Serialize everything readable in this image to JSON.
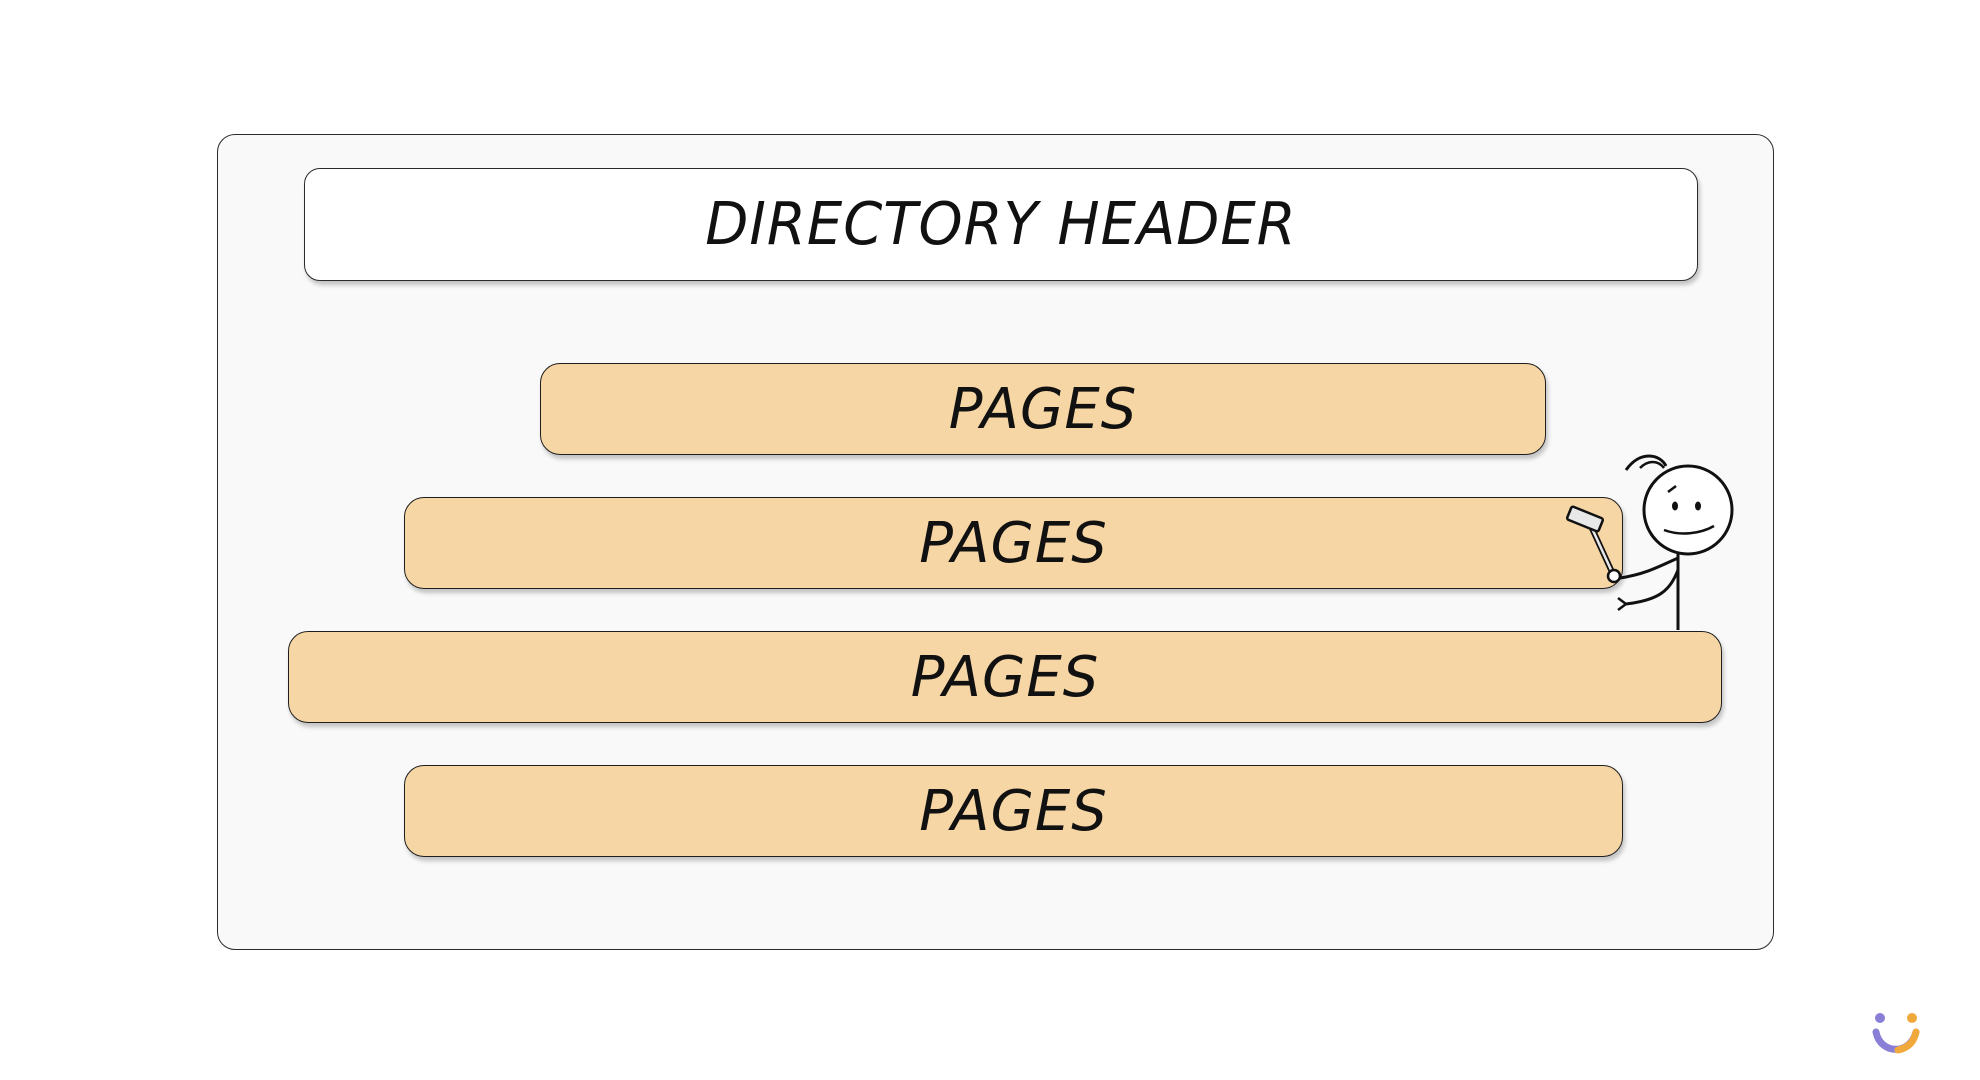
{
  "diagram": {
    "header": {
      "label": "DIRECTORY HEADER"
    },
    "pages": [
      {
        "label": "PAGES"
      },
      {
        "label": "PAGES"
      },
      {
        "label": "PAGES"
      },
      {
        "label": "PAGES"
      }
    ]
  },
  "colors": {
    "panel_bg": "#f9f9f9",
    "page_fill": "#f6d6a4",
    "border": "#1f1f1f",
    "logo_purple": "#8a7fd6",
    "logo_orange": "#f2a93b"
  },
  "icons": {
    "figure": "stick-figure-with-hammer-icon",
    "logo": "brand-logo-icon"
  }
}
